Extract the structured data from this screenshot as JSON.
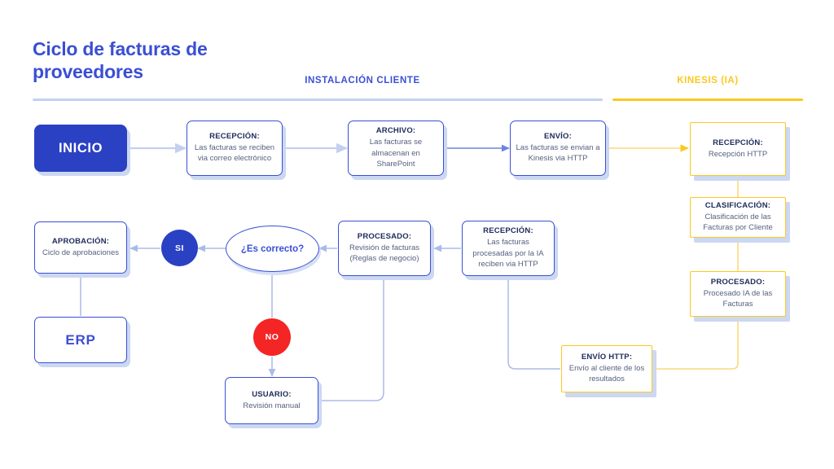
{
  "diagram": {
    "title": "Ciclo de facturas de proveedores",
    "lanes": [
      {
        "id": "client",
        "label": "INSTALACIÓN CLIENTE",
        "color": "#3a4fd4"
      },
      {
        "id": "kinesis",
        "label": "KINESIS (IA)",
        "color": "#fcc81e"
      }
    ],
    "palette": {
      "brand_blue": "#3a4fd4",
      "start_blue": "#2b41c4",
      "accent_yellow": "#fcc81e",
      "no_red": "#f42525",
      "body_text": "#55617f",
      "heading_text": "#1e2a5a",
      "shadow": "#ccd8f2"
    },
    "nodes": [
      {
        "id": "inicio",
        "kind": "terminator",
        "lane": "client",
        "label": "INICIO"
      },
      {
        "id": "recepcion",
        "kind": "process",
        "lane": "client",
        "heading": "RECEPCIÓN:",
        "body": "Las facturas se reciben via correo electrónico"
      },
      {
        "id": "archivo",
        "kind": "process",
        "lane": "client",
        "heading": "ARCHIVO:",
        "body": "Las facturas se almacenan en SharePoint"
      },
      {
        "id": "envio",
        "kind": "process",
        "lane": "client",
        "heading": "ENVÍO:",
        "body": "Las facturas se envian a Kinesis via HTTP"
      },
      {
        "id": "k_recepcion",
        "kind": "process",
        "lane": "kinesis",
        "heading": "RECEPCIÓN:",
        "body": "Recepción HTTP"
      },
      {
        "id": "k_clasificacion",
        "kind": "process",
        "lane": "kinesis",
        "heading": "CLASIFICACIÓN:",
        "body": "Clasificación de las Facturas por Cliente"
      },
      {
        "id": "k_procesado",
        "kind": "process",
        "lane": "kinesis",
        "heading": "PROCESADO:",
        "body": "Procesado IA de las Facturas"
      },
      {
        "id": "k_envio_http",
        "kind": "process",
        "lane": "kinesis",
        "heading": "ENVÍO HTTP:",
        "body": "Envío al cliente de los resultados"
      },
      {
        "id": "recepcion2",
        "kind": "process",
        "lane": "client",
        "heading": "RECEPCIÓN:",
        "body": "Las facturas procesadas por la IA reciben via HTTP"
      },
      {
        "id": "procesado",
        "kind": "process",
        "lane": "client",
        "heading": "PROCESADO:",
        "body": "Revisión de facturas (Reglas de negocio)"
      },
      {
        "id": "es_correcto",
        "kind": "decision",
        "lane": "client",
        "label": "¿Es correcto?"
      },
      {
        "id": "si",
        "kind": "chip",
        "lane": "client",
        "label": "SI"
      },
      {
        "id": "no",
        "kind": "chip",
        "lane": "client",
        "label": "NO"
      },
      {
        "id": "aprobacion",
        "kind": "process",
        "lane": "client",
        "heading": "APROBACIÓN:",
        "body": "Ciclo de aprobaciones"
      },
      {
        "id": "erp",
        "kind": "terminator",
        "lane": "client",
        "label": "ERP"
      },
      {
        "id": "usuario",
        "kind": "process",
        "lane": "client",
        "heading": "USUARIO:",
        "body": "Revisión manual"
      }
    ],
    "edges": [
      {
        "from": "inicio",
        "to": "recepcion",
        "color": "#c3d0f0"
      },
      {
        "from": "recepcion",
        "to": "archivo",
        "color": "#c3d0f0"
      },
      {
        "from": "archivo",
        "to": "envio",
        "color": "#5a74d8"
      },
      {
        "from": "envio",
        "to": "k_recepcion",
        "color": "#fcd87a"
      },
      {
        "from": "k_recepcion",
        "to": "k_clasificacion",
        "color": "#fcd87a"
      },
      {
        "from": "k_clasificacion",
        "to": "k_procesado",
        "color": "#fcd87a"
      },
      {
        "from": "k_procesado",
        "to": "k_envio_http",
        "color": "#fcd87a"
      },
      {
        "from": "k_envio_http",
        "to": "recepcion2",
        "color": "#aabbe8"
      },
      {
        "from": "recepcion2",
        "to": "procesado",
        "color": "#aabbe8"
      },
      {
        "from": "procesado",
        "to": "es_correcto",
        "color": "#aabbe8"
      },
      {
        "from": "es_correcto",
        "to": "si",
        "color": "#aabbe8"
      },
      {
        "from": "si",
        "to": "aprobacion",
        "color": "#aabbe8"
      },
      {
        "from": "aprobacion",
        "to": "erp",
        "color": "#aabbe8"
      },
      {
        "from": "es_correcto",
        "to": "no",
        "color": "#aabbe8"
      },
      {
        "from": "no",
        "to": "usuario",
        "color": "#aabbe8"
      },
      {
        "from": "usuario",
        "to": "procesado",
        "color": "#aabbe8"
      }
    ]
  }
}
